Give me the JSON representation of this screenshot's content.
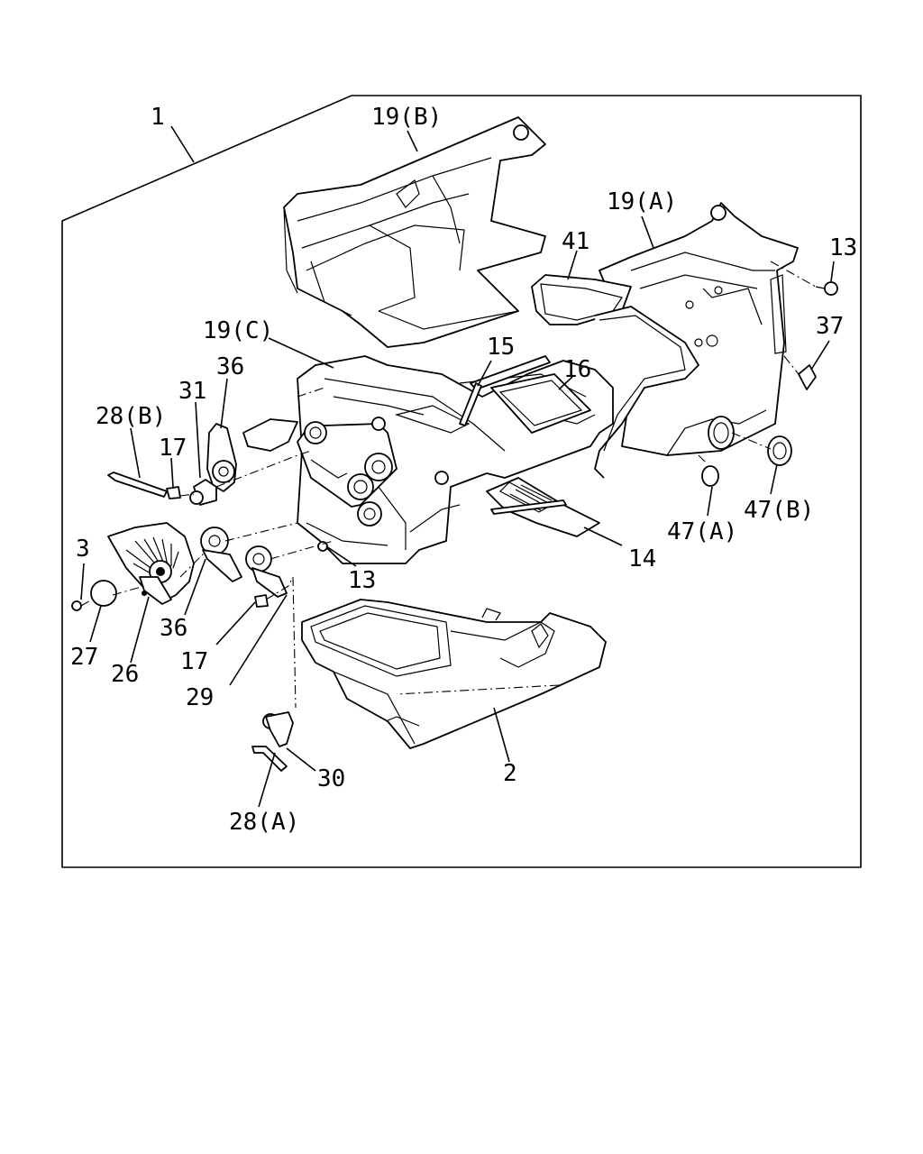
{
  "diagram": {
    "callouts": {
      "c1": "1",
      "c19b": "19(B)",
      "c19a": "19(A)",
      "c41": "41",
      "c13a": "13",
      "c37": "37",
      "c19c": "19(C)",
      "c15": "15",
      "c16": "16",
      "c36a": "36",
      "c31": "31",
      "c28b": "28(B)",
      "c17a": "17",
      "c3": "3",
      "c27": "27",
      "c26": "26",
      "c36b": "36",
      "c17b": "17",
      "c29": "29",
      "c13b": "13",
      "c14": "14",
      "c47a": "47(A)",
      "c47b": "47(B)",
      "c2": "2",
      "c30": "30",
      "c28a": "28(A)"
    }
  }
}
